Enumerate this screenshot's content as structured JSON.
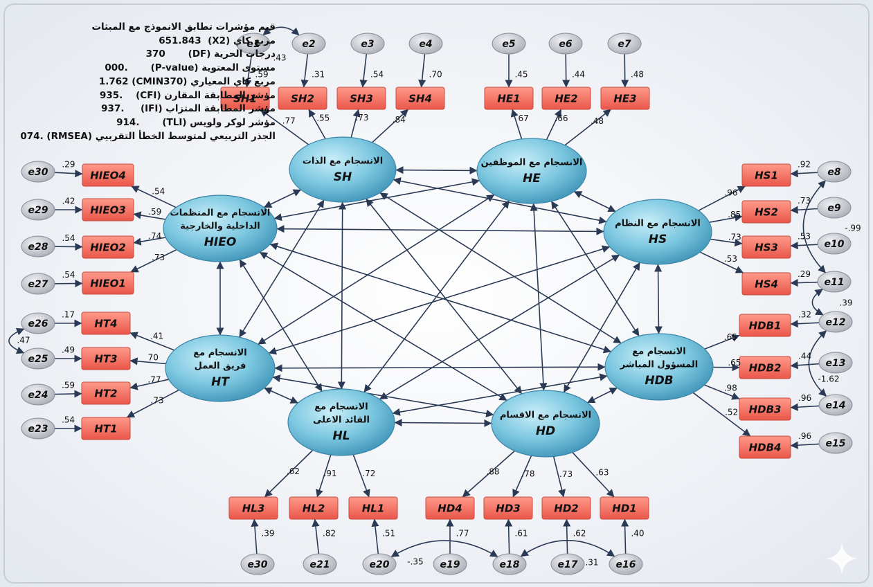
{
  "fit_indices": {
    "title": "قيم مؤشرات تطابق الانموذج مع المبثات",
    "rows": [
      {
        "label": "مربع كاي (X2)",
        "value": "651.843"
      },
      {
        "label": "درجات الحرية (DF)",
        "value": "370"
      },
      {
        "label": "مستوى المعتوية (P-value)",
        "value": ".000"
      },
      {
        "label": "مربع كاي المعياري (CMIN370)",
        "value": "1.762"
      },
      {
        "label": "مؤشر المطابقة المقارن (CFI)",
        "value": ".935"
      },
      {
        "label": "مؤشر المطابقة المتزاب (IFI)",
        "value": ".937"
      },
      {
        "label": "مؤشر لوكر ولويس (TLI)",
        "value": ".914"
      },
      {
        "label": "الجذر التربيعي لمتوسط الخطأ التقربيي (RMSEA)",
        "value": ".074"
      }
    ]
  },
  "colors": {
    "background": "#eef1f6",
    "latent_fill": "#7cc7e0",
    "indicator_fill": "#f26a5e",
    "error_fill": "#c9ccd3",
    "arrow": "#2a3a55"
  },
  "latents": [
    {
      "id": "SH",
      "lines": [
        "الانسجام مع الذات"
      ],
      "abbr": "SH"
    },
    {
      "id": "HE",
      "lines": [
        "الانسجام مع الموظفين"
      ],
      "abbr": "HE"
    },
    {
      "id": "HS",
      "lines": [
        "الانسجام مع النظام"
      ],
      "abbr": "HS"
    },
    {
      "id": "HDB",
      "lines": [
        "الانسجام مع",
        "المسؤول المباشر"
      ],
      "abbr": "HDB"
    },
    {
      "id": "HD",
      "lines": [
        "الانسجام مع الاقسام"
      ],
      "abbr": "HD"
    },
    {
      "id": "HL",
      "lines": [
        "الانسجام مع",
        "القائد الاعلى"
      ],
      "abbr": "HL"
    },
    {
      "id": "HT",
      "lines": [
        "الانسجام مع",
        "فريق العمل"
      ],
      "abbr": "HT"
    },
    {
      "id": "HIEO",
      "lines": [
        "الانسجام مع المنظمات",
        "الداخلية والخارجية"
      ],
      "abbr": "HIEO"
    }
  ],
  "indicators": [
    {
      "label": "SH1",
      "latent": "SH",
      "loading": ".77",
      "error": "e1",
      "error_value": ".59"
    },
    {
      "label": "SH2",
      "latent": "SH",
      "loading": ".55",
      "error": "e2",
      "error_value": ".31"
    },
    {
      "label": "SH3",
      "latent": "SH",
      "loading": ".73",
      "error": "e3",
      "error_value": ".54"
    },
    {
      "label": "SH4",
      "latent": "SH",
      "loading": ".84",
      "error": "e4",
      "error_value": ".70"
    },
    {
      "label": "HE1",
      "latent": "HE",
      "loading": "67",
      "error": "e5",
      "error_value": ".45"
    },
    {
      "label": "HE2",
      "latent": "HE",
      "loading": ".66",
      "error": "e6",
      "error_value": ".44"
    },
    {
      "label": "HE3",
      "latent": "HE",
      "loading": ".48",
      "error": "e7",
      "error_value": ".48"
    },
    {
      "label": "HS1",
      "latent": "HS",
      "loading": ".96",
      "error": "e8",
      "error_value": ".92"
    },
    {
      "label": "HS2",
      "latent": "HS",
      "loading": ".85",
      "error": "e9",
      "error_value": ".73"
    },
    {
      "label": "HS3",
      "latent": "HS",
      "loading": ".73",
      "error": "e10",
      "error_value": ".53"
    },
    {
      "label": "HS4",
      "latent": "HS",
      "loading": ".53",
      "error": "e11",
      "error_value": ".29"
    },
    {
      "label": "HDB1",
      "latent": "HDB",
      "loading": ".65",
      "error": "e12",
      "error_value": ".32"
    },
    {
      "label": "HDB2",
      "latent": "HDB",
      "loading": ".65",
      "error": "e13",
      "error_value": ".44"
    },
    {
      "label": "HDB3",
      "latent": "HDB",
      "loading": ".98",
      "error": "e14",
      "error_value": ".96"
    },
    {
      "label": "HDB4",
      "latent": "HDB",
      "loading": ".52",
      "error": "e15",
      "error_value": ".96"
    },
    {
      "label": "HD1",
      "latent": "HD",
      "loading": ".63",
      "error": "e16",
      "error_value": ".40"
    },
    {
      "label": "HD2",
      "latent": "HD",
      "loading": ".73",
      "error": "e17",
      "error_value": ".62"
    },
    {
      "label": "HD3",
      "latent": "HD",
      "loading": ".78",
      "error": "e18",
      "error_value": ".61"
    },
    {
      "label": "HD4",
      "latent": "HD",
      "loading": ".88",
      "error": "e19",
      "error_value": ".77"
    },
    {
      "label": "HL1",
      "latent": "HL",
      "loading": ".72",
      "error": "e20",
      "error_value": ".51"
    },
    {
      "label": "HL2",
      "latent": "HL",
      "loading": ".91",
      "error": "e21",
      "error_value": ".82"
    },
    {
      "label": "HL3",
      "latent": "HL",
      "loading": ".62",
      "error": "e30",
      "error_value": ".39"
    },
    {
      "label": "HT1",
      "latent": "HT",
      "loading": ".73",
      "error": "e23",
      "error_value": ".54"
    },
    {
      "label": "HT2",
      "latent": "HT",
      "loading": ".77",
      "error": "e24",
      "error_value": ".59"
    },
    {
      "label": "HT3",
      "latent": "HT",
      "loading": "70",
      "error": "e25",
      "error_value": ".49"
    },
    {
      "label": "HT4",
      "latent": "HT",
      "loading": ".41",
      "error": "e26",
      "error_value": ".17"
    },
    {
      "label": "HIEO1",
      "latent": "HIEO",
      "loading": ".73",
      "error": "e27",
      "error_value": ".54"
    },
    {
      "label": "HIEO2",
      "latent": "HIEO",
      "loading": ".74",
      "error": "e28",
      "error_value": ".54"
    },
    {
      "label": "HIEO3",
      "latent": "HIEO",
      "loading": ".59",
      "error": "e29",
      "error_value": ".42"
    },
    {
      "label": "HIEO4",
      "latent": "HIEO",
      "loading": ".54",
      "error": "e30",
      "error_value": ".29"
    }
  ],
  "error_covariances": [
    {
      "from": "e1",
      "to": "e2",
      "value": ".43"
    },
    {
      "from": "e8",
      "to": "e11",
      "value": "-.99"
    },
    {
      "from": "e11",
      "to": "e12",
      "value": ".39"
    },
    {
      "from": "e12",
      "to": "e14",
      "value": "-1.62"
    },
    {
      "from": "e25",
      "to": "e26",
      "value": ".47"
    },
    {
      "from": "e20",
      "to": "e18",
      "value": "-.35"
    },
    {
      "from": "e18",
      "to": "e16",
      "value": ".31"
    }
  ]
}
